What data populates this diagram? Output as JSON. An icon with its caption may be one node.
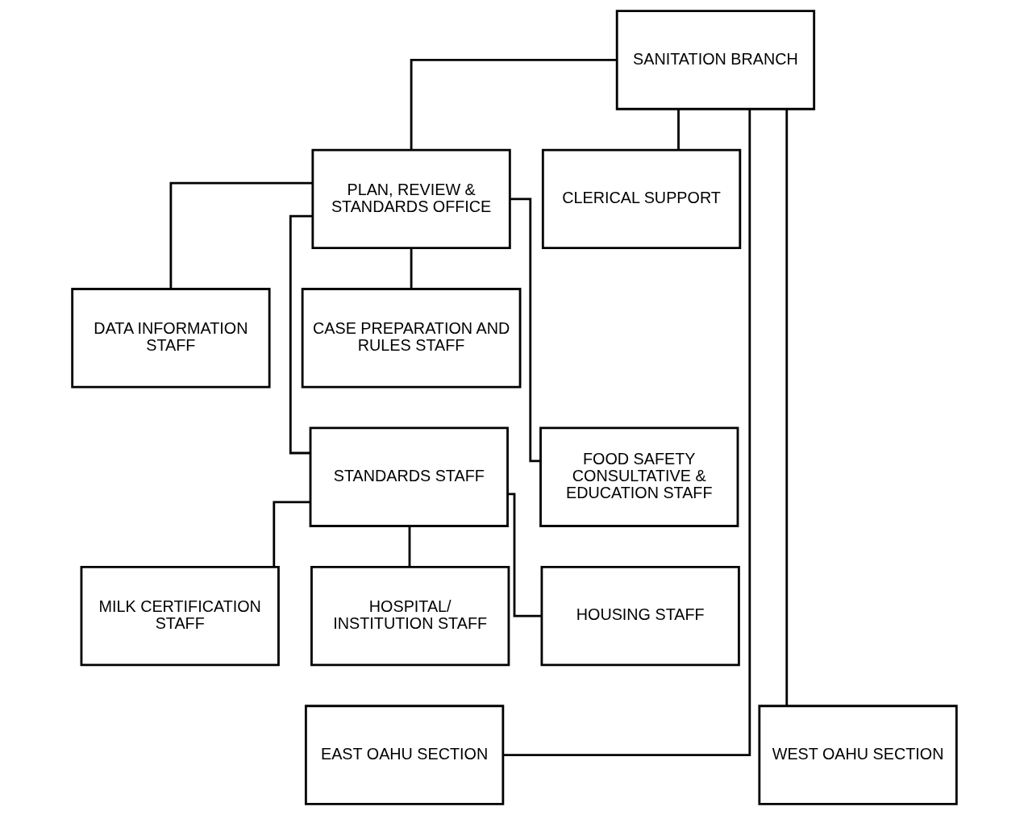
{
  "diagram": {
    "nodes": [
      {
        "text": [
          "SANITATION BRANCH"
        ]
      },
      {
        "text": [
          "PLAN, REVIEW & STANDARDS OFFICE"
        ]
      },
      {
        "text": [
          "CLERICAL SUPPORT"
        ]
      },
      {
        "text": [
          "DATA INFORMATION STAFF"
        ]
      },
      {
        "text": [
          "CASE PREPARATION AND RULES STAFF"
        ]
      },
      {
        "text": [
          "STANDARDS STAFF"
        ]
      },
      {
        "text": [
          "FOOD SAFETY CONSULTATIVE & EDUCATION STAFF"
        ]
      },
      {
        "text": [
          "MILK CERTIFICATION STAFF"
        ]
      },
      {
        "text": [
          "HOSPITAL/ INSTITUTION STAFF"
        ]
      },
      {
        "text": [
          "HOUSING STAFF"
        ]
      },
      {
        "text": [
          "EAST OAHU SECTION"
        ]
      },
      {
        "text": [
          "WEST OAHU SECTION"
        ]
      }
    ],
    "edges": [
      {
        "from": 0,
        "to": 1,
        "arrow": "none"
      },
      {
        "from": 0,
        "to": 2,
        "arrow": "none"
      },
      {
        "from": 1,
        "to": 3,
        "arrow": "none"
      },
      {
        "from": 1,
        "to": 4,
        "arrow": "none"
      },
      {
        "from": 1,
        "to": 5,
        "arrow": "none"
      },
      {
        "from": 1,
        "to": 6,
        "arrow": "none"
      },
      {
        "from": 5,
        "to": 7,
        "arrow": "none"
      },
      {
        "from": 5,
        "to": 8,
        "arrow": "none"
      },
      {
        "from": 5,
        "to": 9,
        "arrow": "none"
      },
      {
        "from": 0,
        "to": 10,
        "arrow": "none"
      },
      {
        "from": 0,
        "to": 11,
        "arrow": "none"
      }
    ]
  }
}
